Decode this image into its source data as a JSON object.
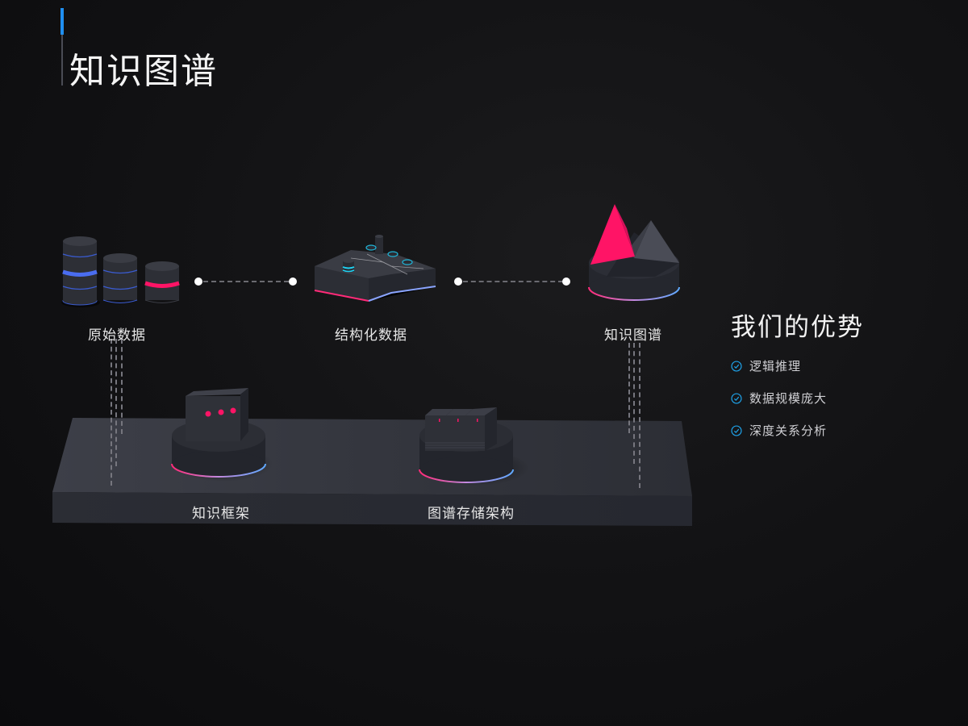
{
  "page": {
    "title": "知识图谱"
  },
  "colors": {
    "accent_blue": "#1f8ff0",
    "accent_pink": "#ff1466",
    "check_blue": "#1ea0e6",
    "platform_top": "#3a3c44",
    "platform_front": "#2a2c33",
    "background": "#111113"
  },
  "flow": {
    "nodes": [
      {
        "id": "raw-data",
        "label": "原始数据",
        "icon": "database-cylinders-icon"
      },
      {
        "id": "structured-data",
        "label": "结构化数据",
        "icon": "structured-board-icon"
      },
      {
        "id": "knowledge-graph",
        "label": "知识图谱",
        "icon": "pyramid-crystal-icon"
      }
    ],
    "connectors": [
      {
        "from": "raw-data",
        "to": "structured-data",
        "style": "dashed"
      },
      {
        "from": "structured-data",
        "to": "knowledge-graph",
        "style": "dashed"
      }
    ]
  },
  "platform": {
    "items": [
      {
        "id": "knowledge-framework",
        "label": "知识框架",
        "icon": "chat-bubble-icon"
      },
      {
        "id": "graph-storage",
        "label": "图谱存储架构",
        "icon": "server-rack-icon"
      }
    ]
  },
  "advantages": {
    "title": "我们的优势",
    "items": [
      {
        "label": "逻辑推理",
        "icon": "check-circle-icon"
      },
      {
        "label": "数据规模庞大",
        "icon": "check-circle-icon"
      },
      {
        "label": "深度关系分析",
        "icon": "check-circle-icon"
      }
    ]
  }
}
